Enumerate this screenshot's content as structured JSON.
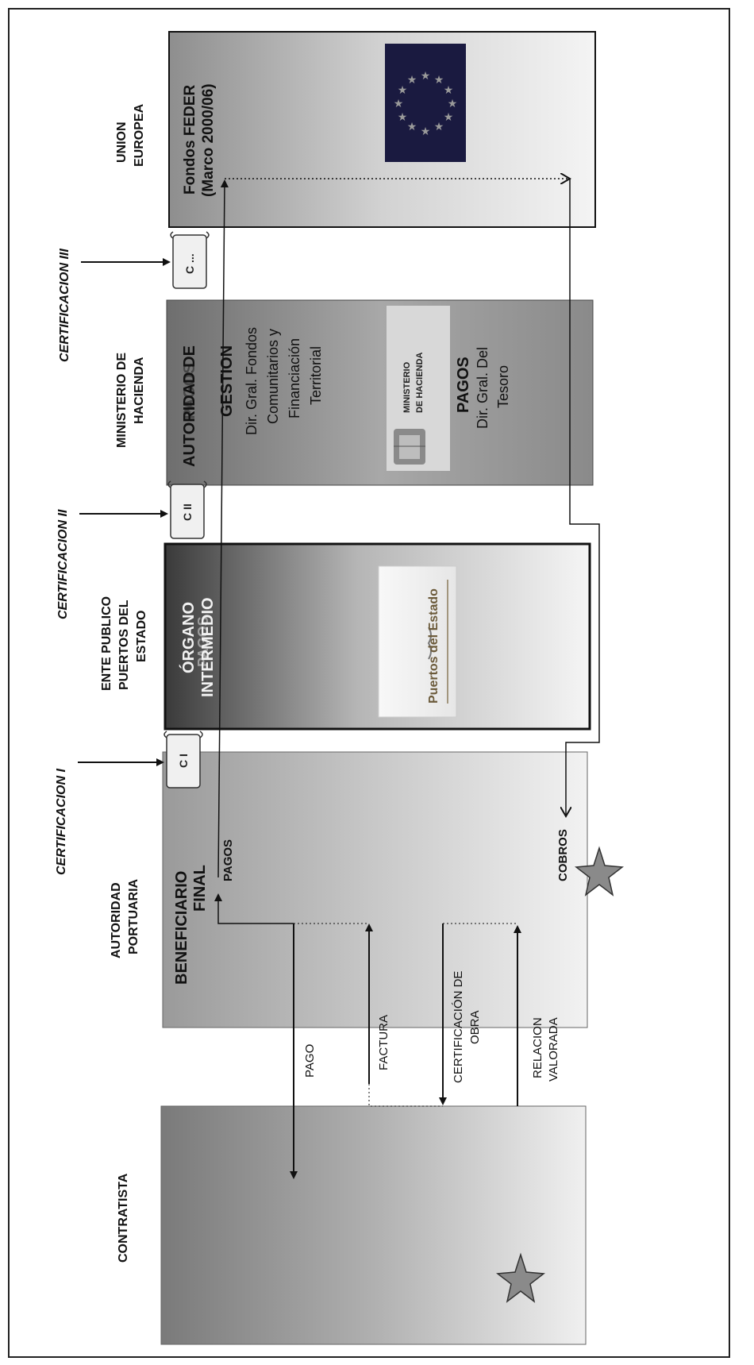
{
  "headers": {
    "contratista": "CONTRATISTA",
    "autoridad_portuaria": [
      "AUTORIDAD",
      "PORTUARIA"
    ],
    "ente_publico": [
      "ENTE PUBLICO",
      "PUERTOS DEL",
      "ESTADO"
    ],
    "ministerio": [
      "MINISTERIO DE",
      "HACIENDA"
    ],
    "union_europea": [
      "UNION",
      "EUROPEA"
    ]
  },
  "certifications": {
    "c1_label": "CERTIFICACION I",
    "c2_label": "CERTIFICACION II",
    "c3_label": "CERTIFICACION III",
    "c1_scroll": "C I",
    "c2_scroll": "C II",
    "c3_scroll": "C ..."
  },
  "beneficiario": {
    "title": [
      "BENEFICIARIO",
      "FINAL"
    ],
    "pagos": "PAGOS",
    "cobros": "COBROS"
  },
  "organo": {
    "title": [
      "ÓRGANO",
      "INTERMEDIO"
    ],
    "overlap": "PAGOS",
    "logo_text": "Puertos del Estado"
  },
  "ministerio_box": {
    "title_over": "PAGOS",
    "title": [
      "AUTORIDAD DE",
      "GESTION"
    ],
    "gestion_detail": [
      "Dir. Gral. Fondos",
      "Comunitarios y",
      "Financiación",
      "Territorial"
    ],
    "logo_text": [
      "MINISTERIO",
      "DE HACIENDA"
    ],
    "pagos_title": "PAGOS",
    "pagos_detail": [
      "Dir. Gral. Del",
      "Tesoro"
    ]
  },
  "feder": {
    "title": [
      "Fondos FEDER",
      "(Marco 2000/06)"
    ]
  },
  "flows": {
    "pago": "PAGO",
    "factura": "FACTURA",
    "certificacion_obra": [
      "CERTIFICACIÓN DE",
      "OBRA"
    ],
    "relacion_valorada": [
      "RELACION",
      "VALORADA"
    ]
  },
  "colors": {
    "box_dark": "#4a4a4a",
    "box_mid": "#8f8f8f",
    "box_light": "#e6e6e6",
    "eu_blue": "#1a1a40",
    "star_fill": "#8a8a8a"
  }
}
